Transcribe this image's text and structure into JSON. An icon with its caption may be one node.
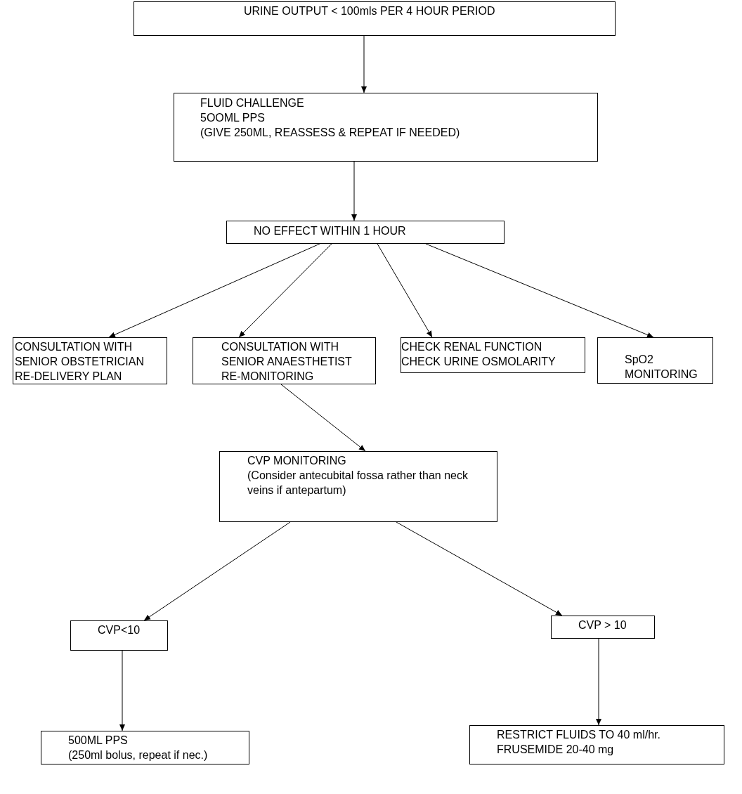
{
  "diagram": {
    "nodes": [
      {
        "text": [
          "URINE OUTPUT < 100mls PER 4 HOUR PERIOD"
        ]
      },
      {
        "text": [
          "FLUID CHALLENGE",
          "5OOML PPS",
          "(GIVE 250ML, REASSESS & REPEAT IF NEEDED)"
        ]
      },
      {
        "text": [
          "NO EFFECT WITHIN 1 HOUR"
        ]
      },
      {
        "text": [
          "CONSULTATION WITH",
          "SENIOR OBSTETRICIAN",
          "RE-DELIVERY PLAN"
        ]
      },
      {
        "text": [
          "CONSULTATION WITH",
          "SENIOR ANAESTHETIST",
          "RE-MONITORING"
        ]
      },
      {
        "text": [
          "CHECK RENAL FUNCTION",
          "CHECK URINE OSMOLARITY"
        ]
      },
      {
        "text": [
          "SpO2",
          "MONITORING"
        ]
      },
      {
        "text": [
          "CVP MONITORING",
          "(Consider antecubital fossa rather than neck veins if antepartum)"
        ]
      },
      {
        "text": [
          "CVP<10"
        ]
      },
      {
        "text": [
          "CVP > 10"
        ]
      },
      {
        "text": [
          "500ML PPS",
          "(250ml bolus, repeat if nec.)"
        ]
      },
      {
        "text": [
          "RESTRICT FLUIDS TO 40 ml/hr.",
          "FRUSEMIDE 20-40 mg"
        ]
      }
    ],
    "edges": [
      {
        "from": 0,
        "to": 1,
        "arrow": "to"
      },
      {
        "from": 1,
        "to": 2,
        "arrow": "to"
      },
      {
        "from": 2,
        "to": 3,
        "arrow": "to"
      },
      {
        "from": 2,
        "to": 4,
        "arrow": "to"
      },
      {
        "from": 2,
        "to": 5,
        "arrow": "to"
      },
      {
        "from": 2,
        "to": 6,
        "arrow": "to"
      },
      {
        "from": 4,
        "to": 7,
        "arrow": "to"
      },
      {
        "from": 7,
        "to": 8,
        "arrow": "to"
      },
      {
        "from": 7,
        "to": 9,
        "arrow": "to"
      },
      {
        "from": 8,
        "to": 10,
        "arrow": "to"
      },
      {
        "from": 9,
        "to": 11,
        "arrow": "to"
      }
    ]
  }
}
